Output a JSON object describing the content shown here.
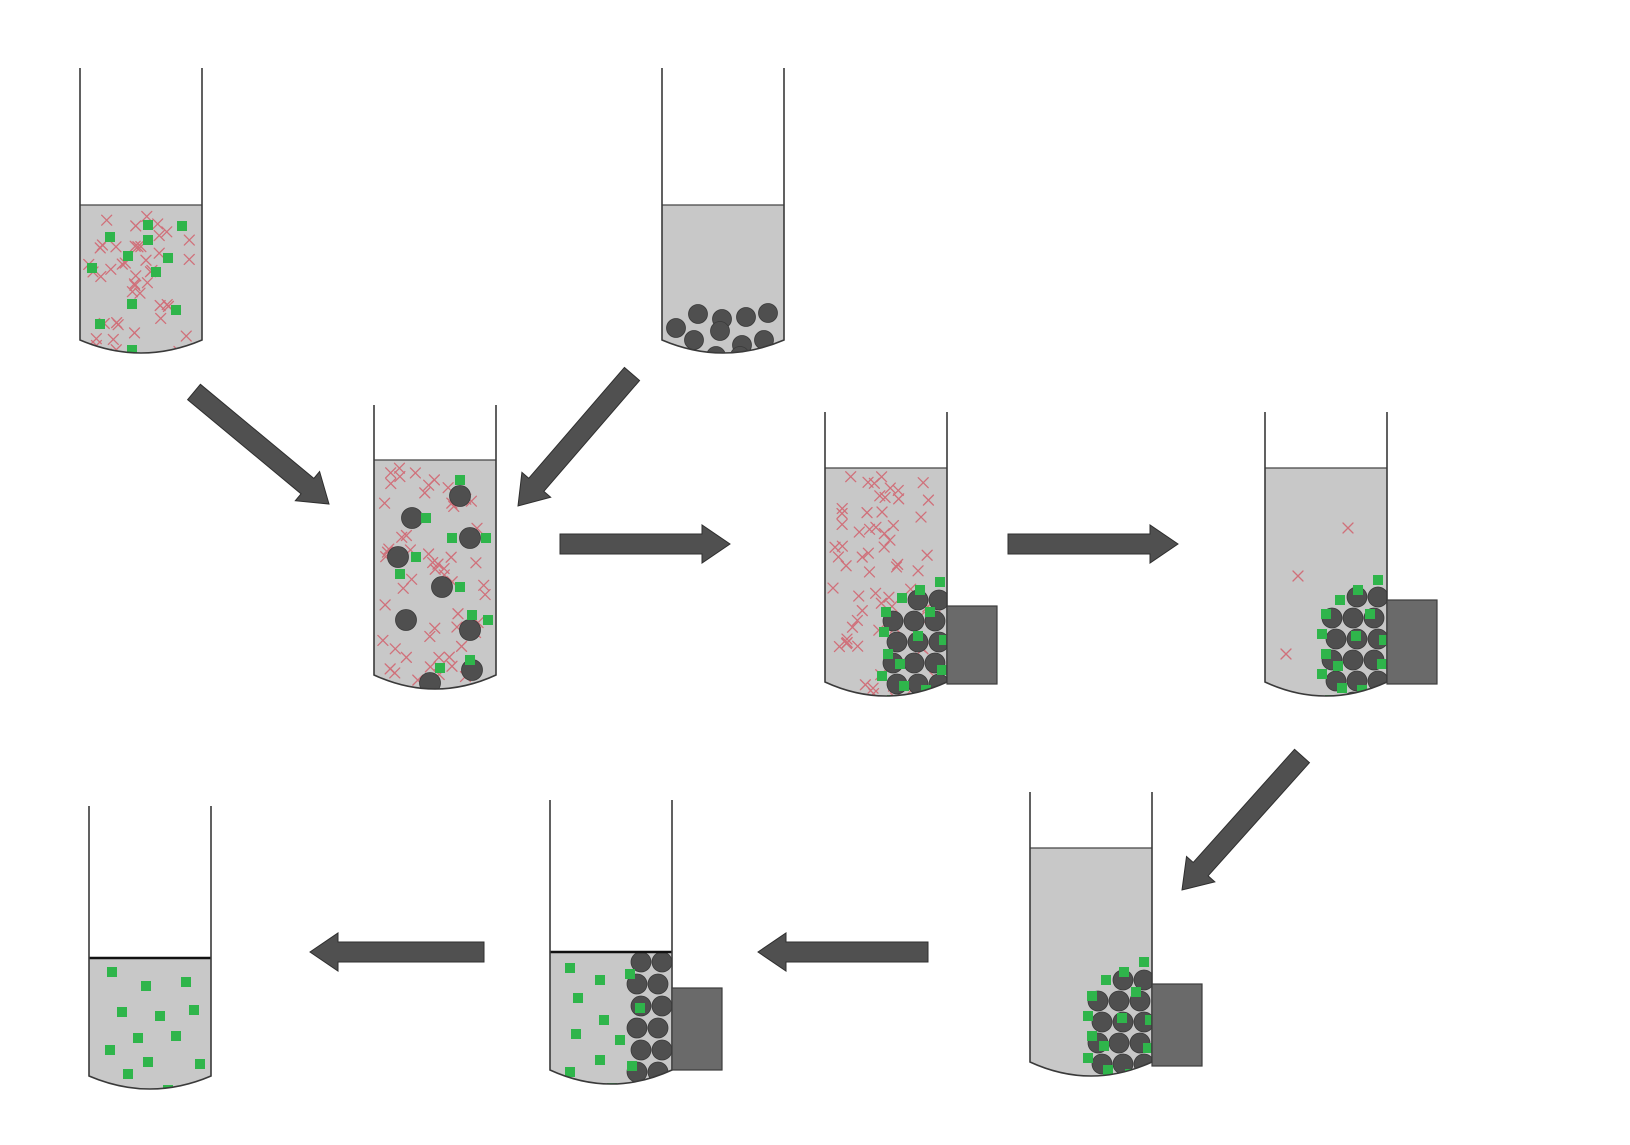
{
  "diagram": {
    "kind": "magnetic bead separation process",
    "tubes": [
      {
        "id": "sample-tube",
        "contents": [
          "target-molecules",
          "contaminants"
        ]
      },
      {
        "id": "bead-tube",
        "contents": [
          "magnetic-beads"
        ]
      },
      {
        "id": "binding-tube",
        "contents": [
          "bead-target-complexes",
          "contaminants"
        ]
      },
      {
        "id": "magnet-capture-tube",
        "contents": [
          "captured-beads",
          "contaminants"
        ],
        "magnet": true
      },
      {
        "id": "wash-tube",
        "contents": [
          "captured-beads",
          "residual-contaminants"
        ],
        "magnet": true
      },
      {
        "id": "elution-buffer-tube",
        "contents": [
          "captured-beads"
        ],
        "magnet": true
      },
      {
        "id": "release-tube",
        "contents": [
          "beads",
          "released-targets"
        ],
        "magnet": true
      },
      {
        "id": "purified-product-tube",
        "contents": [
          "purified-targets"
        ]
      }
    ],
    "steps": [
      "sample-to-binding",
      "beads-to-binding",
      "binding-to-magnet-capture",
      "capture-to-wash",
      "wash-to-elution",
      "elution-to-release",
      "release-to-product"
    ],
    "colors": {
      "liquid": "#c8c8c8",
      "tube_outline": "#3a3a3a",
      "bead": "#4f4f4f",
      "target": "#2fb54b",
      "contaminant": "#d0707a",
      "magnet": "#6a6a6a",
      "arrow": "#505050",
      "background": "#ffffff"
    },
    "icons": {
      "target": "green-square-icon",
      "contaminant": "red-x-icon",
      "bead": "grey-circle-icon",
      "magnet": "magnet-block-icon",
      "arrow": "thick-arrow-icon"
    }
  }
}
